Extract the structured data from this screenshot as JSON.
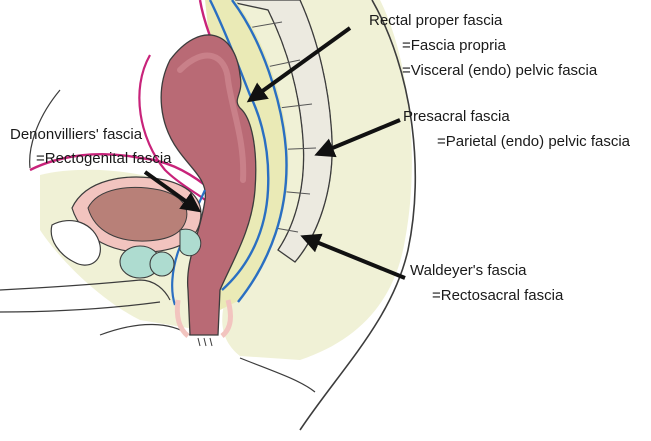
{
  "colors": {
    "background": "#ffffff",
    "outline": "#3c3c3c",
    "rectum_fill": "#b96a75",
    "rectum_light": "#c98089",
    "peritoneum": "#c8237a",
    "visceral_fascia": "#2a6fc2",
    "parietal_fascia": "#2a6fc2",
    "fat_yellow": "#eaeab6",
    "pelvis_cream": "#f0f1d6",
    "bladder_fill": "#b88078",
    "bladder_halo": "#f2c4bf",
    "prostate_fill": "#aedcd0",
    "sacrum_fill": "#eceae0",
    "arrow": "#111111"
  },
  "labels": {
    "rectal_proper_title": "Rectal proper fascia",
    "rectal_proper_alt1": "=Fascia propria",
    "rectal_proper_alt2": "=Visceral (endo) pelvic fascia",
    "presacral_title": "Presacral fascia",
    "presacral_alt": "=Parietal (endo) pelvic fascia",
    "denonvilliers_title": "Denonvilliers' fascia",
    "denonvilliers_alt": "=Rectogenital fascia",
    "waldeyer_title": "Waldeyer's fascia",
    "waldeyer_alt": "=Rectosacral fascia"
  },
  "icons": {
    "arrow_marker": "arrow-head-icon"
  }
}
